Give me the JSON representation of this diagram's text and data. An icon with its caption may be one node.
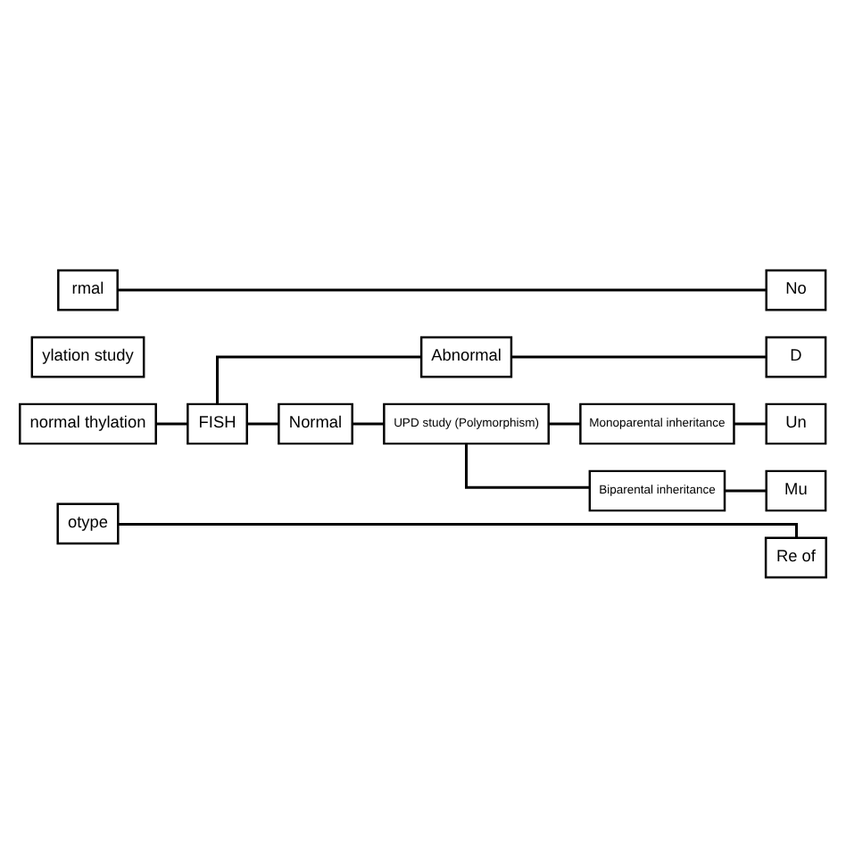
{
  "diagram": {
    "nodes": [
      {
        "text": [
          "rmal"
        ]
      },
      {
        "text": [
          "No"
        ]
      },
      {
        "text": [
          "ylation study"
        ]
      },
      {
        "text": [
          "normal thylation"
        ]
      },
      {
        "text": [
          "FISH"
        ]
      },
      {
        "text": [
          "Abnormal"
        ]
      },
      {
        "text": [
          "D"
        ]
      },
      {
        "text": [
          "Normal"
        ]
      },
      {
        "text": [
          "UPD study (Polymorphism)"
        ]
      },
      {
        "text": [
          "Monoparental inheritance"
        ]
      },
      {
        "text": [
          "Un"
        ]
      },
      {
        "text": [
          "Biparental inheritance"
        ]
      },
      {
        "text": [
          "Mu"
        ]
      },
      {
        "text": [
          "otype"
        ]
      },
      {
        "text": [
          "Re of"
        ]
      }
    ],
    "edges": [
      {
        "from": 0,
        "to": 1,
        "arrow": "none"
      },
      {
        "from": 3,
        "to": 4,
        "arrow": "none"
      },
      {
        "from": 4,
        "to": 5,
        "arrow": "none"
      },
      {
        "from": 4,
        "to": 7,
        "arrow": "none"
      },
      {
        "from": 5,
        "to": 6,
        "arrow": "none"
      },
      {
        "from": 7,
        "to": 8,
        "arrow": "none"
      },
      {
        "from": 8,
        "to": 9,
        "arrow": "none"
      },
      {
        "from": 8,
        "to": 11,
        "arrow": "none"
      },
      {
        "from": 9,
        "to": 10,
        "arrow": "none"
      },
      {
        "from": 11,
        "to": 12,
        "arrow": "none"
      },
      {
        "from": 13,
        "to": 14,
        "arrow": "none"
      }
    ]
  }
}
